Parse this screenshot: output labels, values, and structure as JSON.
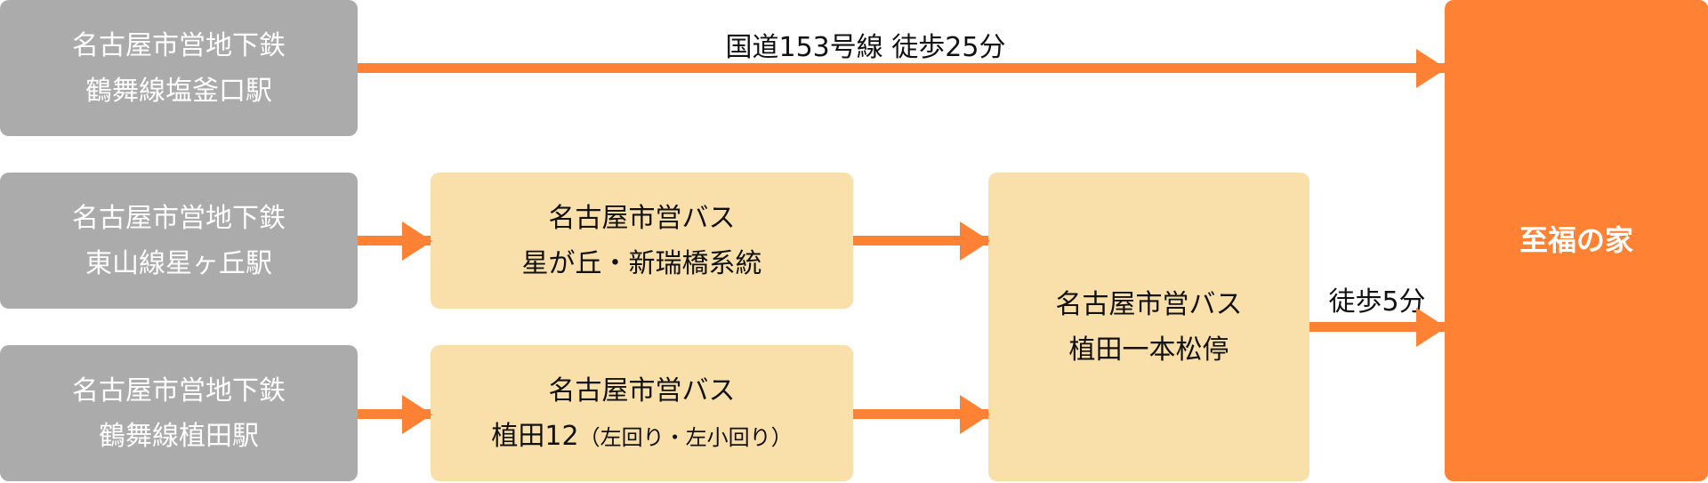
{
  "origins": [
    {
      "line1": "名古屋市営地下鉄",
      "line2": "鶴舞線塩釜口駅"
    },
    {
      "line1": "名古屋市営地下鉄",
      "line2": "東山線星ヶ丘駅"
    },
    {
      "line1": "名古屋市営地下鉄",
      "line2": "鶴舞線植田駅"
    }
  ],
  "buses": [
    {
      "line1": "名古屋市営バス",
      "line2": "星が丘・新瑞橋系統"
    },
    {
      "line1": "名古屋市営バス",
      "line2_main": "植田12",
      "line2_note": "（左回り・左小回り）"
    }
  ],
  "stop": {
    "line1": "名古屋市営バス",
    "line2": "植田一本松停"
  },
  "destination": "至福の家",
  "routes": {
    "direct_label": "国道153号線 徒歩25分",
    "walk_label": "徒歩5分"
  },
  "colors": {
    "gray": "#ababab",
    "bus": "#f9dfaa",
    "accent": "#ff8234"
  }
}
